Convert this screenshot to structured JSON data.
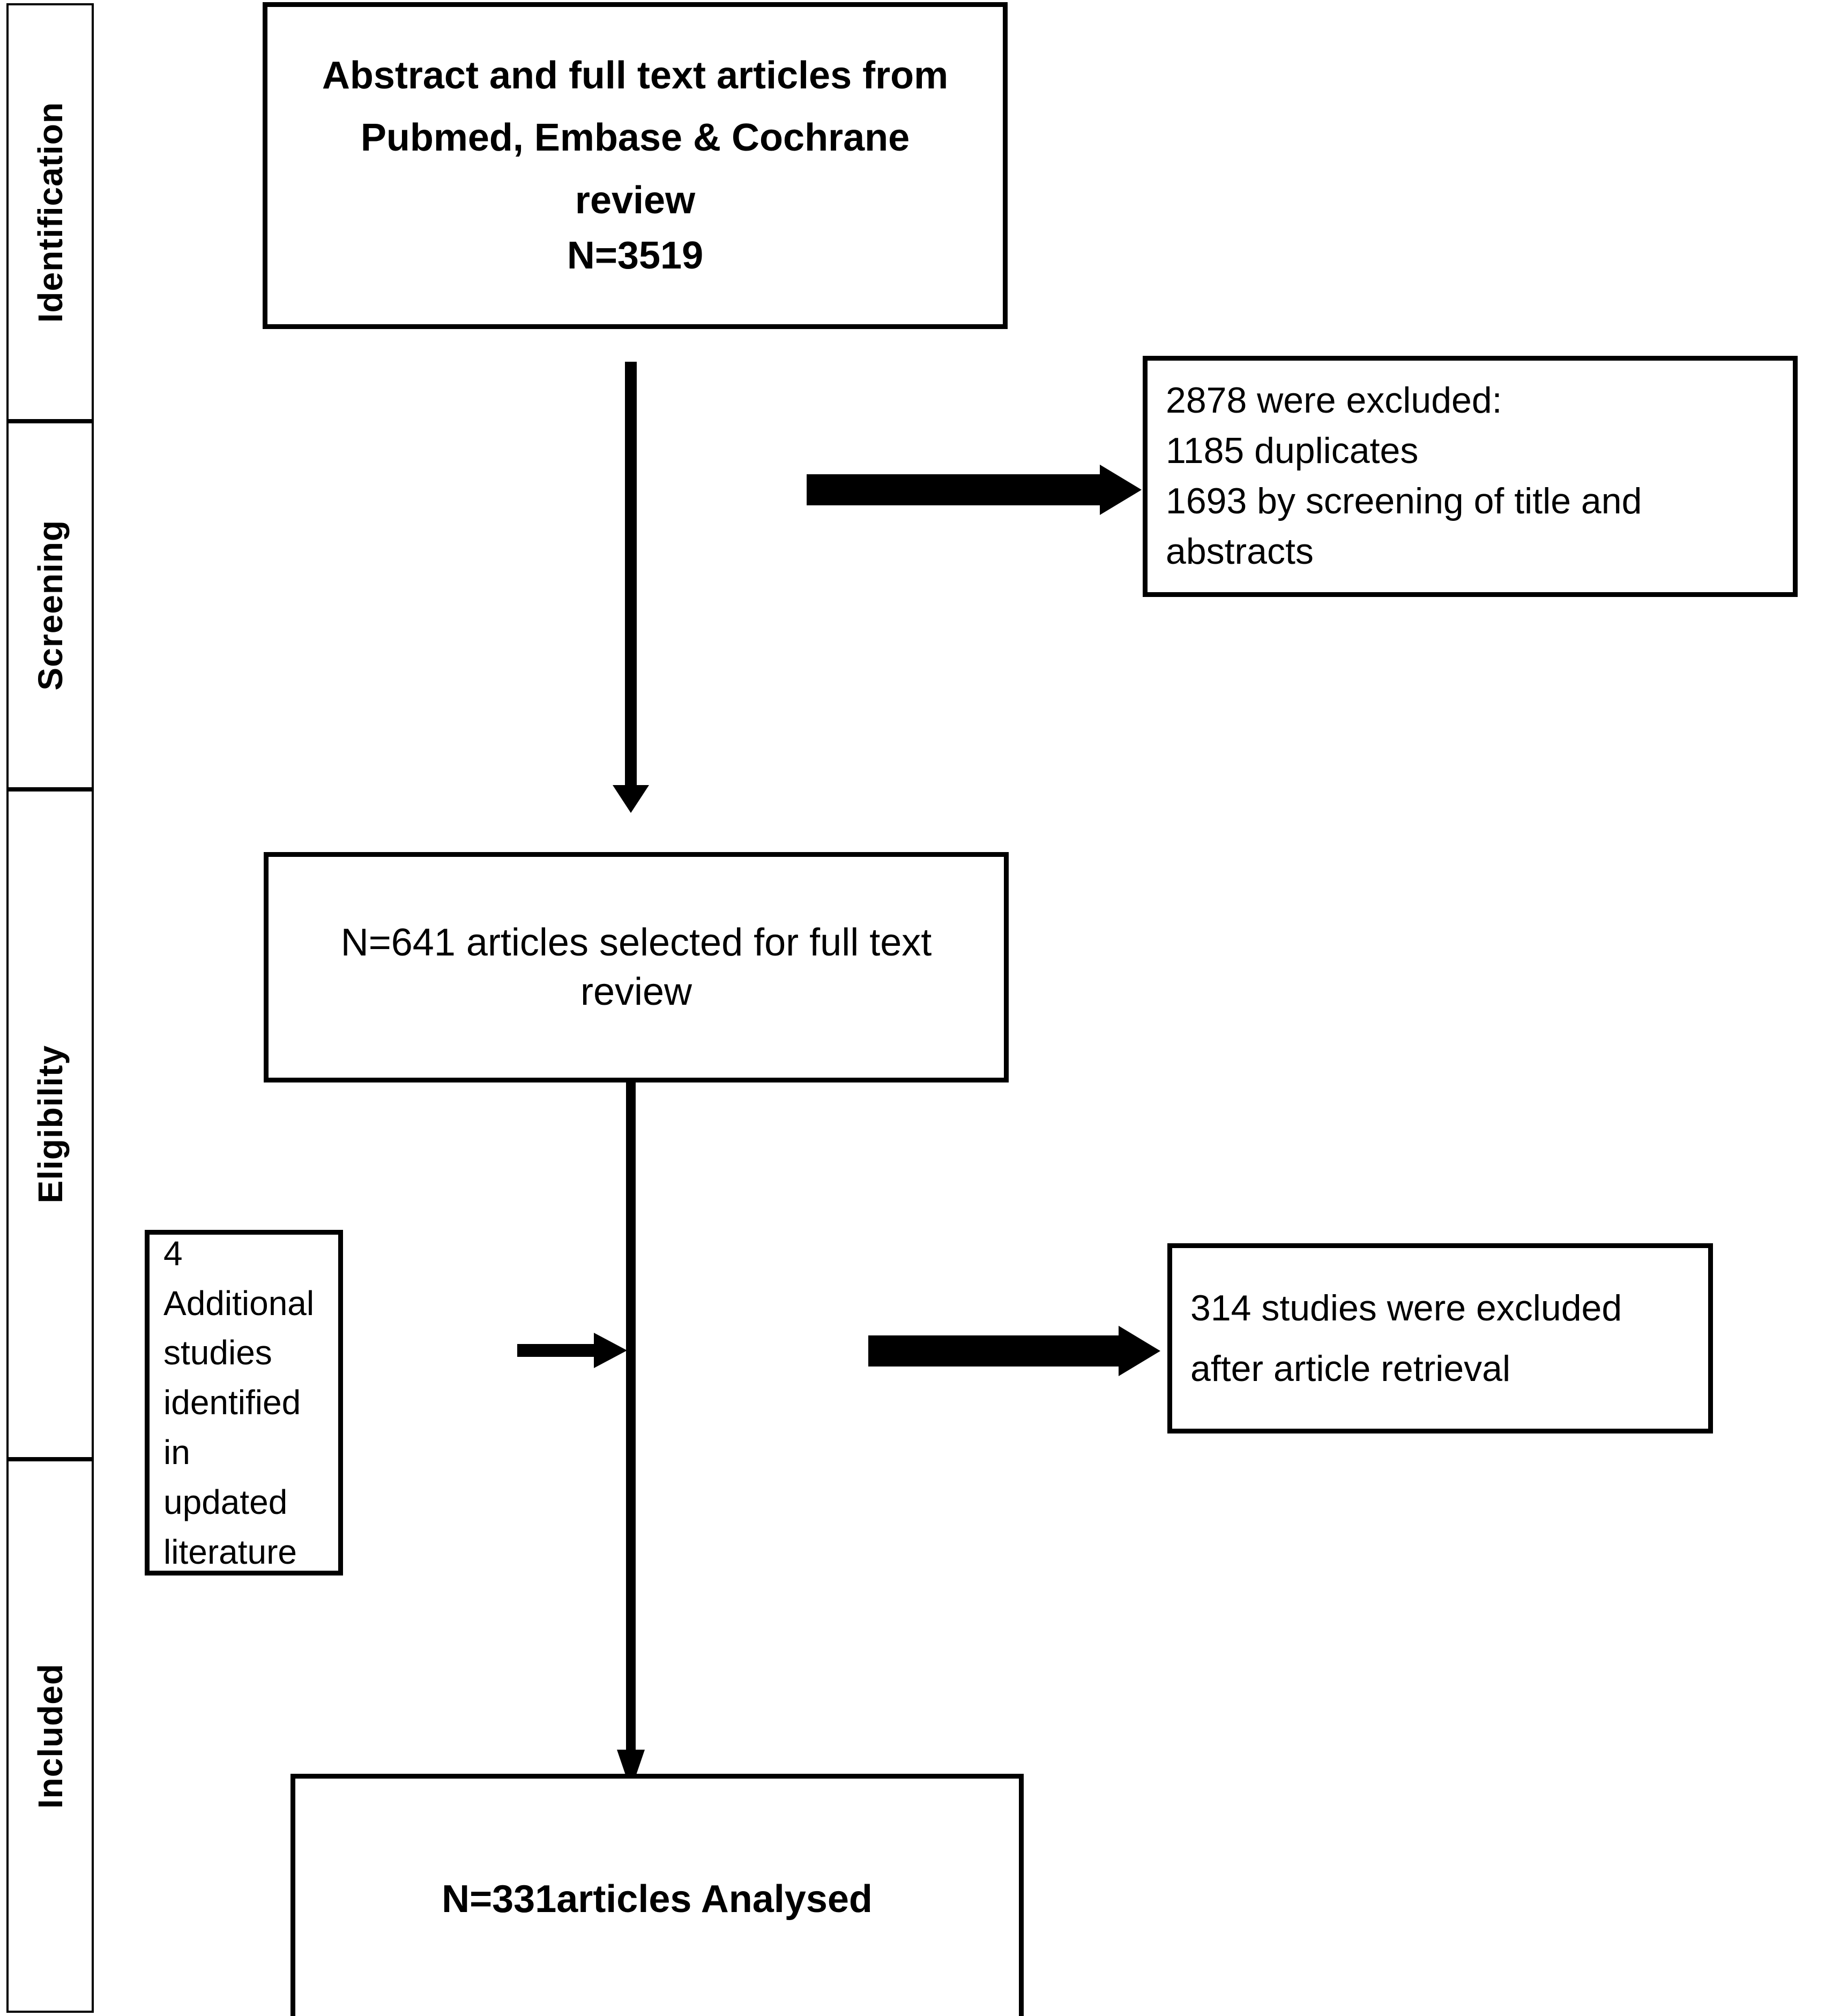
{
  "diagram": {
    "type": "prisma-flow-diagram",
    "title": "PRISMA study selection flow diagram",
    "colors": {
      "stroke": "#000000",
      "background": "#ffffff",
      "text": "#000000"
    }
  },
  "stages": [
    {
      "id": "identification",
      "label": "Identification"
    },
    {
      "id": "screening",
      "label": "Screening"
    },
    {
      "id": "eligibility",
      "label": "Eligibility"
    },
    {
      "id": "included",
      "label": "Included"
    }
  ],
  "boxes": {
    "identification": {
      "lines": [
        "Abstract and full text articles from",
        "Pubmed, Embase & Cochrane",
        "review",
        "N=3519"
      ],
      "count": 3519,
      "bold": true,
      "align": "center"
    },
    "excluded_screening": {
      "lines": [
        "2878 were excluded:",
        "1185 duplicates",
        "1693 by screening of title and",
        "abstracts"
      ],
      "total_excluded": 2878,
      "duplicates": 1185,
      "screened_out_title_abstract": 1693,
      "bold": false,
      "align": "left"
    },
    "full_text_review": {
      "lines": [
        "N=641 articles selected for full text",
        "review"
      ],
      "count": 641,
      "bold": false,
      "align": "center"
    },
    "additional_studies": {
      "lines": [
        "4 Additional",
        "studies",
        "identified in",
        "updated",
        "literature"
      ],
      "count": 4,
      "bold": false,
      "align": "left"
    },
    "excluded_retrieval": {
      "lines": [
        "314 studies were excluded",
        "after article retrieval"
      ],
      "count": 314,
      "bold": false,
      "align": "left"
    },
    "analysed": {
      "lines": [
        "N=331articles Analysed"
      ],
      "count": 331,
      "bold": true,
      "align": "center"
    }
  },
  "connectors": [
    {
      "id": "identification-to-fulltext",
      "kind": "vertical-arrow",
      "direction": "down"
    },
    {
      "id": "screening-exclusion",
      "kind": "thick-arrow",
      "direction": "right"
    },
    {
      "id": "additional-to-spine",
      "kind": "thin-arrow",
      "direction": "right"
    },
    {
      "id": "retrieval-exclusion",
      "kind": "thick-arrow",
      "direction": "right"
    },
    {
      "id": "fulltext-to-analysed",
      "kind": "vertical-arrow",
      "direction": "down"
    }
  ]
}
